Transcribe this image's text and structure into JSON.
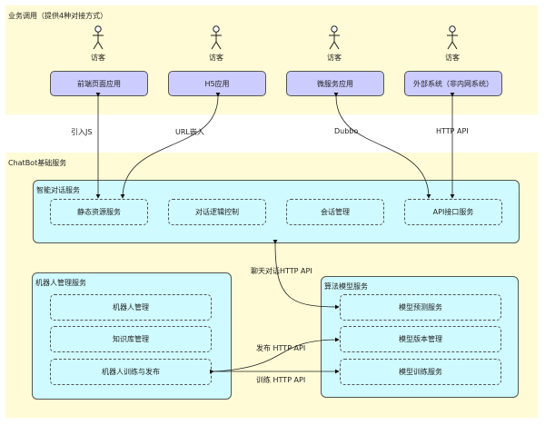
{
  "zones": {
    "business": {
      "title": "业务调用（提供4种对接方式）"
    },
    "chatbot": {
      "title": "ChatBot基础服务"
    }
  },
  "actors": [
    {
      "label": "访客"
    },
    {
      "label": "访客"
    },
    {
      "label": "访客"
    },
    {
      "label": "访客"
    }
  ],
  "apps": [
    {
      "label": "前端页面应用"
    },
    {
      "label": "H5应用"
    },
    {
      "label": "微服务应用"
    },
    {
      "label": "外部系统（非内网系统）"
    }
  ],
  "dialog_service": {
    "title": "智能对话服务",
    "items": [
      "静态资源服务",
      "对话逻辑控制",
      "会话管理",
      "API接口服务"
    ]
  },
  "robot_service": {
    "title": "机器人管理服务",
    "items": [
      "机器人管理",
      "知识库管理",
      "机器人训练与发布"
    ]
  },
  "model_service": {
    "title": "算法模型服务",
    "items": [
      "模型预测服务",
      "模型版本管理",
      "模型训练服务"
    ]
  },
  "edges": [
    {
      "label": "引入JS"
    },
    {
      "label": "URL嵌入"
    },
    {
      "label": "Dubbo"
    },
    {
      "label": "HTTP API"
    },
    {
      "label": "聊天对话HTTP API"
    },
    {
      "label": "发布 HTTP API"
    },
    {
      "label": "训练 HTTP API"
    }
  ],
  "colors": {
    "zone_bg": "#fffbd6",
    "app_box": "#ccccff",
    "group_bg": "#cffaff"
  }
}
